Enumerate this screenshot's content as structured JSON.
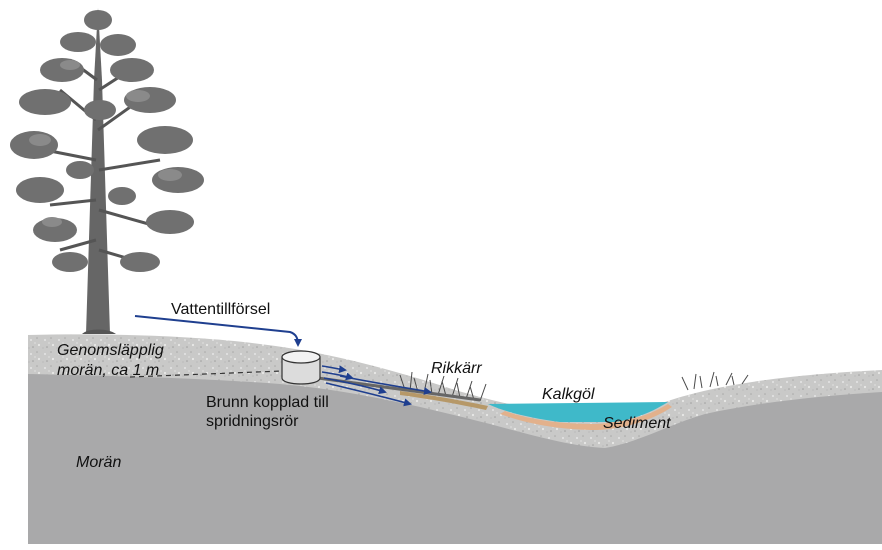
{
  "labels": {
    "water_supply": "Vattentillförsel",
    "permeable_till_line1": "Genomsläpplig",
    "permeable_till_line2": "morän, ca 1 m",
    "well_line1": "Brunn kopplad till",
    "well_line2": "spridningsrör",
    "rich_fen": "Rikkärr",
    "lime_pond": "Kalkgöl",
    "sediment": "Sediment",
    "till": "Morän"
  },
  "colors": {
    "background": "#ffffff",
    "till_grey": "#a9a9aa",
    "permeable_layer": "#c9c9c8",
    "water": "#3fb9c9",
    "sediment": "#e2b18c",
    "arrow_blue": "#1f3f8f",
    "tree": "#5f5f5f"
  }
}
